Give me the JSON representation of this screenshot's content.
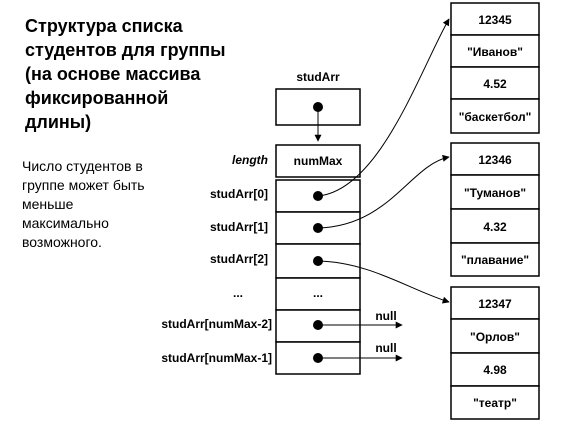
{
  "title_lines": [
    "Структура списка",
    "студентов для группы",
    "(на основе массива",
    "фиксированной",
    "длины)"
  ],
  "note_lines": [
    "Число студентов в",
    "группе может быть",
    "меньше",
    "максимально",
    "возможного."
  ],
  "reference": {
    "name": "studArr"
  },
  "array": {
    "length_label": "length",
    "length_value": "numMax",
    "rows": [
      {
        "index": "studArr[0]",
        "value": "",
        "pointer": true
      },
      {
        "index": "studArr[1]",
        "value": "",
        "pointer": true
      },
      {
        "index": "studArr[2]",
        "value": "",
        "pointer": true
      },
      {
        "index": "...",
        "value": "...",
        "pointer": false
      },
      {
        "index": "studArr[numMax-2]",
        "value": "null",
        "pointer": true
      },
      {
        "index": "studArr[numMax-1]",
        "value": "null",
        "pointer": true
      }
    ]
  },
  "students": [
    {
      "id": "12345",
      "surname": "\"Иванов\"",
      "score": "4.52",
      "hobby": "\"баскетбол\""
    },
    {
      "id": "12346",
      "surname": "\"Туманов\"",
      "score": "4.32",
      "hobby": "\"плавание\""
    },
    {
      "id": "12347",
      "surname": "\"Орлов\"",
      "score": "4.98",
      "hobby": "\"театр\""
    }
  ]
}
